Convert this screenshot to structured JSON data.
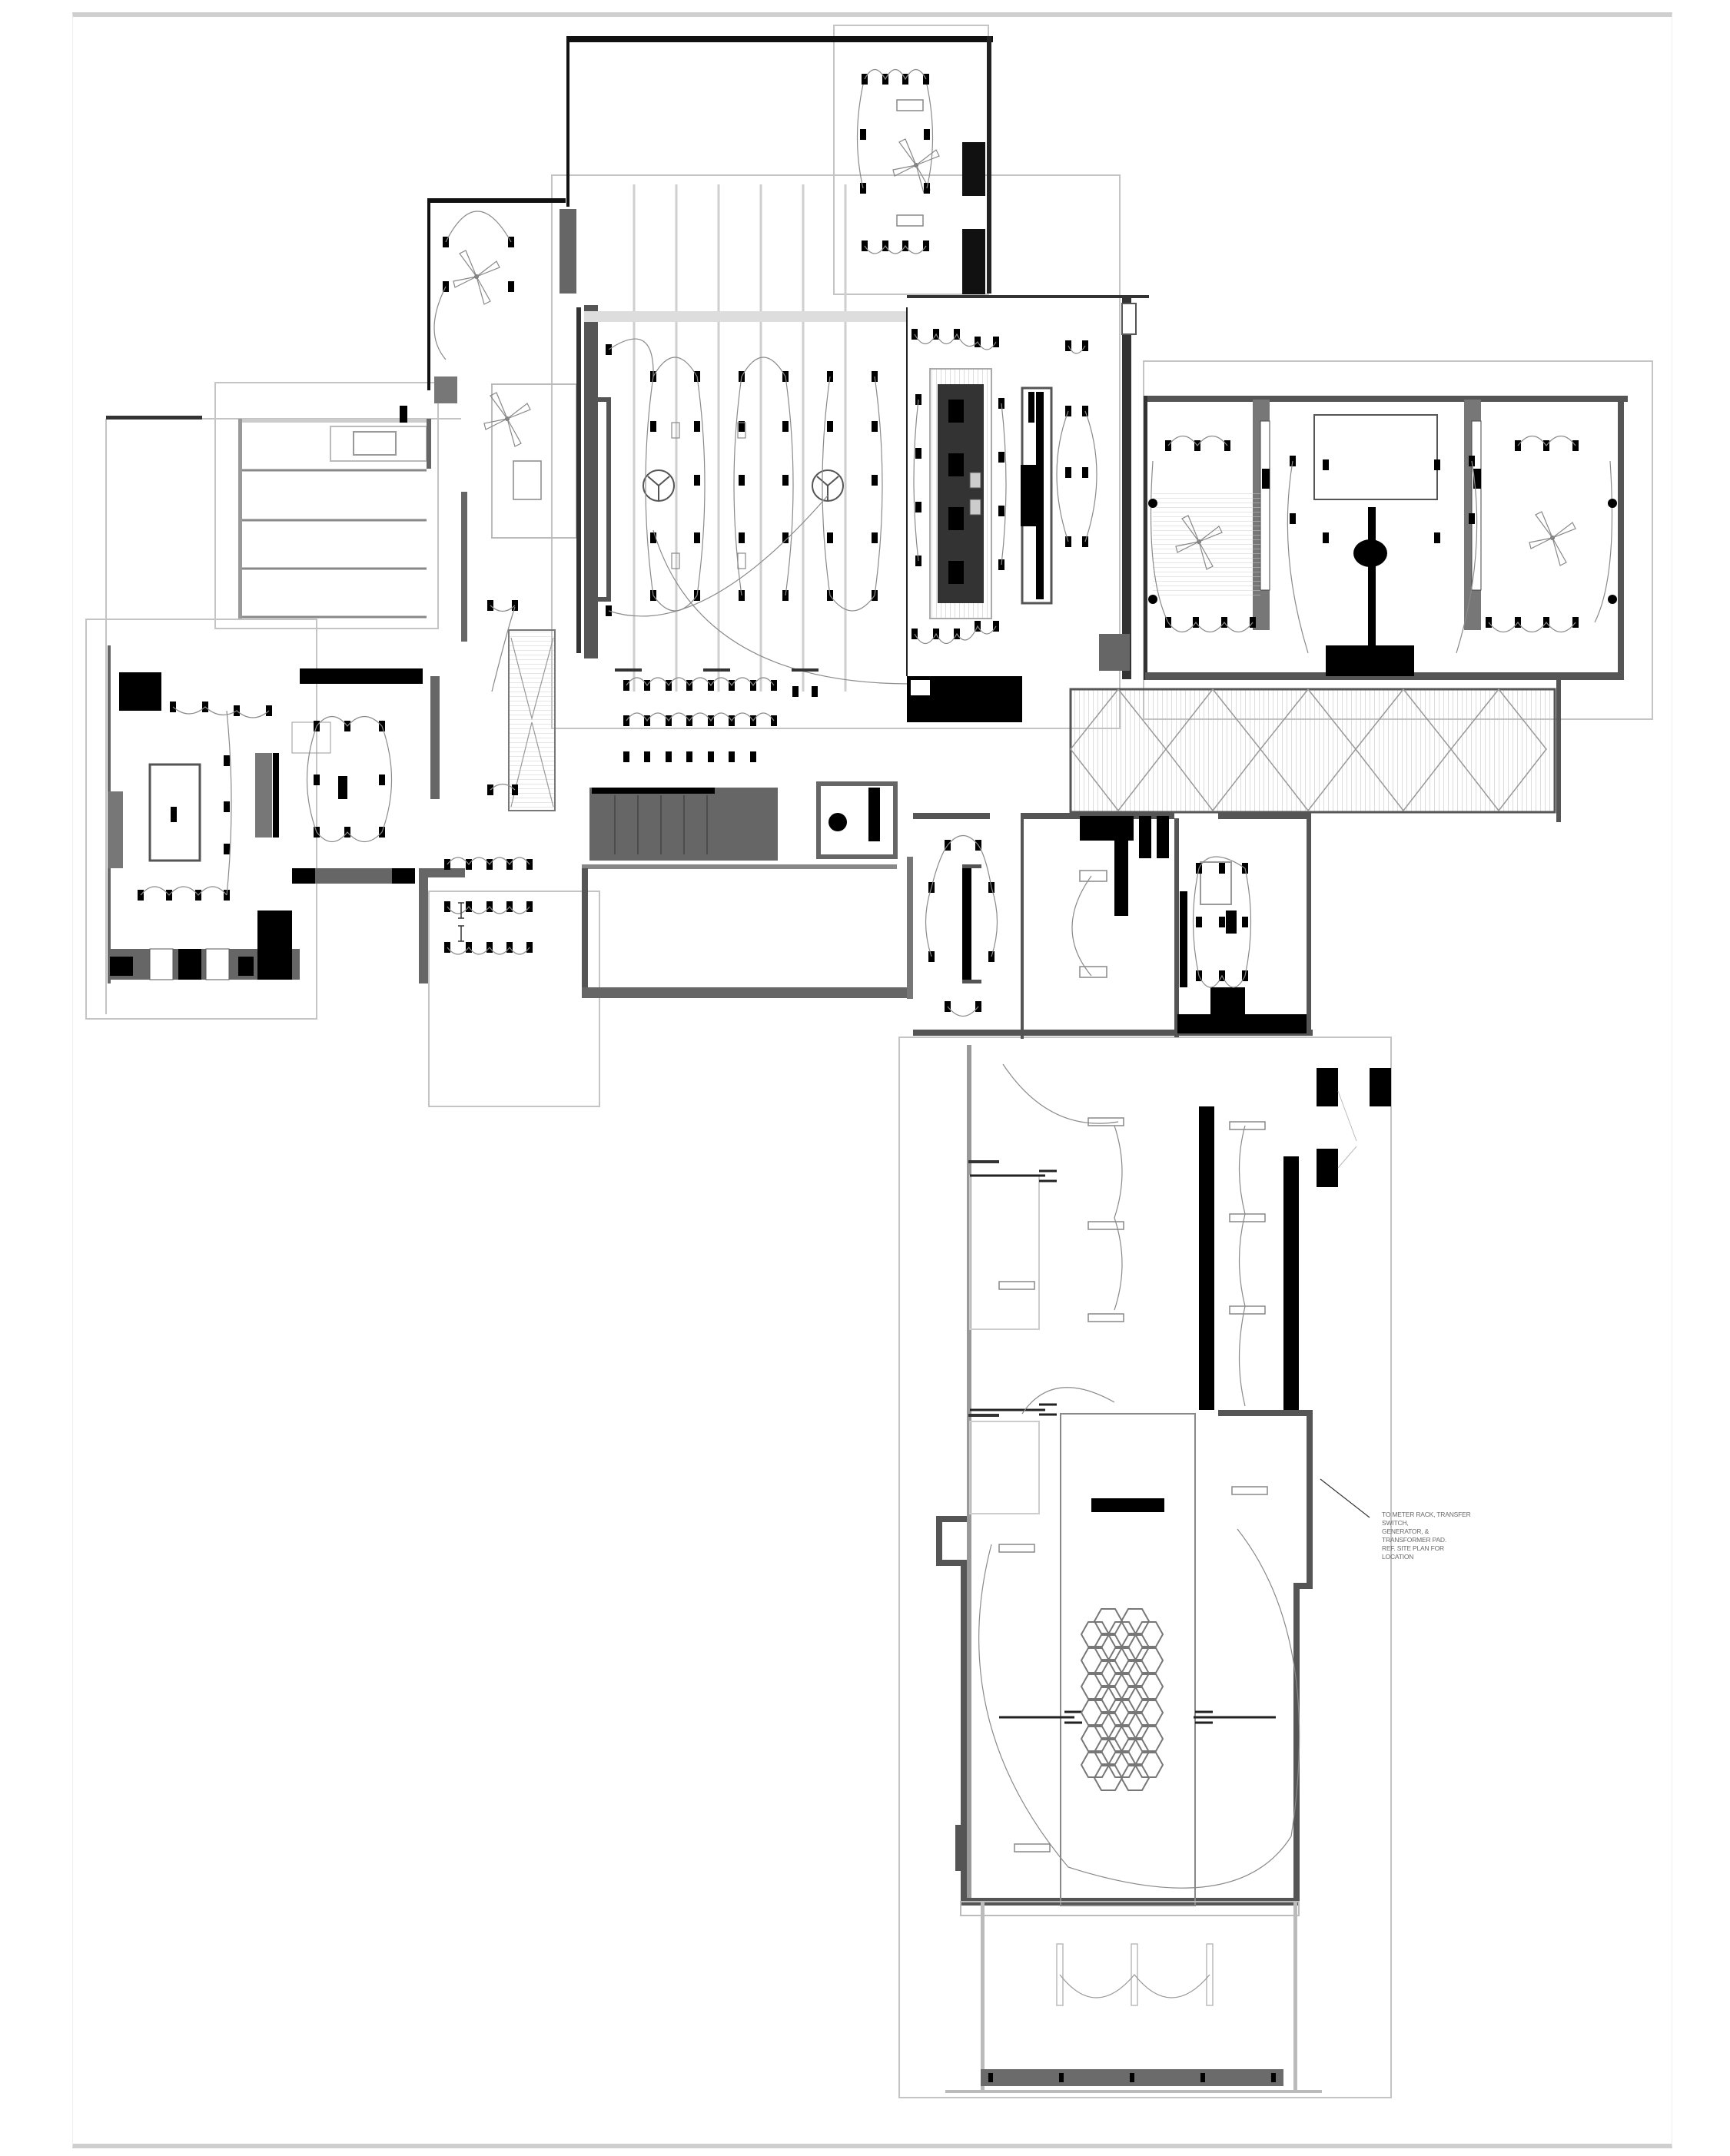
{
  "drawing": {
    "type": "architectural electrical / lighting floor plan",
    "background": "#ffffff",
    "colors": {
      "wall_fill": "#6b6b6b",
      "wall_dark": "#3a3a3a",
      "fixture": "#000000",
      "circuit_line": "#8a8a8a",
      "guide_line": "#bdbdbd",
      "sheet_border": "#cfcfcf"
    }
  },
  "annotations": {
    "service_note": {
      "lines": [
        "TO METER RACK, TRANSFER SWITCH,",
        "GENERATOR, & TRANSFORMER PAD.",
        "REF. SITE PLAN FOR LOCATION"
      ]
    }
  },
  "symbols": [
    {
      "name": "recessed-downlight",
      "glyph": "filled-rectangle"
    },
    {
      "name": "ceiling-fan",
      "glyph": "fan-blades"
    },
    {
      "name": "pendant-chandelier",
      "glyph": "circle-with-spokes"
    },
    {
      "name": "duplex-receptacle",
      "glyph": "small-oval"
    },
    {
      "name": "linear-fixture",
      "glyph": "open-rectangle"
    },
    {
      "name": "hexagon-tile-feature",
      "glyph": "hexagon-grid"
    },
    {
      "name": "wall-sconce",
      "glyph": "bar-with-oval"
    },
    {
      "name": "switch-circuit",
      "glyph": "curved-arc-line"
    }
  ],
  "regions": [
    {
      "id": "upper-bedroom-north",
      "label": ""
    },
    {
      "id": "great-room",
      "label": ""
    },
    {
      "id": "kitchen",
      "label": ""
    },
    {
      "id": "east-bedroom-wing",
      "label": ""
    },
    {
      "id": "screened-walkway",
      "label": ""
    },
    {
      "id": "west-suite",
      "label": ""
    },
    {
      "id": "dining-stair",
      "label": ""
    },
    {
      "id": "south-wing",
      "label": ""
    },
    {
      "id": "south-terrace",
      "label": ""
    }
  ]
}
